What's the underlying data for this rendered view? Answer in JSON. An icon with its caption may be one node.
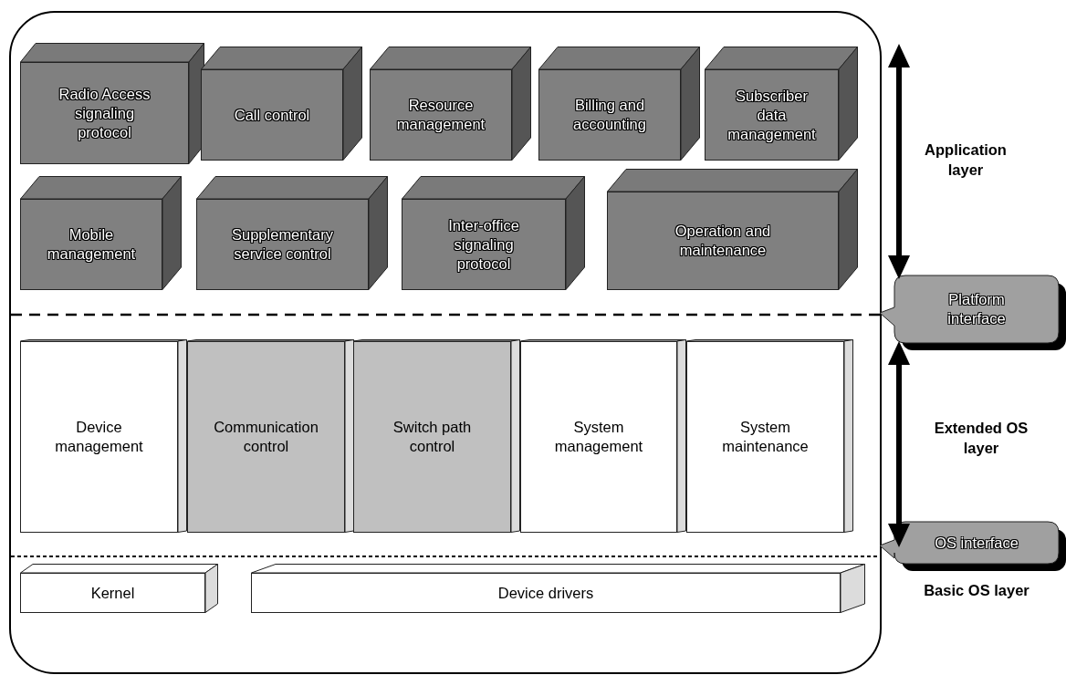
{
  "diagram": {
    "nodes": [
      {
        "text": [],
        "shape": "box"
      },
      {
        "text": [
          "Radio Access signaling protocol"
        ],
        "in": 0
      },
      {
        "text": [
          "Call control"
        ],
        "in": 0
      },
      {
        "text": [
          "Resource management"
        ],
        "in": 0
      },
      {
        "text": [
          "Billing and accounting"
        ],
        "in": 0
      },
      {
        "text": [
          "Subscriber data management"
        ],
        "in": 0
      },
      {
        "text": [
          "Mobile management"
        ],
        "in": 0
      },
      {
        "text": [
          "Supplementary service control"
        ],
        "in": 0
      },
      {
        "text": [
          "Inter-office signaling protocol"
        ],
        "in": 0
      },
      {
        "text": [
          "Operation and maintenance"
        ],
        "in": 0
      },
      {
        "text": [
          "Device management"
        ],
        "in": 0
      },
      {
        "text": [
          "Communication control"
        ],
        "in": 0
      },
      {
        "text": [
          "Switch path control"
        ],
        "in": 0
      },
      {
        "text": [
          "System management"
        ],
        "in": 0
      },
      {
        "text": [
          "System maintenance"
        ],
        "in": 0
      },
      {
        "text": [
          "Kernel"
        ],
        "in": 0
      },
      {
        "text": [
          "Device drivers"
        ],
        "in": 0
      },
      {
        "text": [
          "Platform interface"
        ]
      },
      {
        "text": [
          "OS interface"
        ]
      }
    ],
    "labels": [
      "Application layer",
      "Extended OS layer",
      "Basic OS layer"
    ]
  }
}
